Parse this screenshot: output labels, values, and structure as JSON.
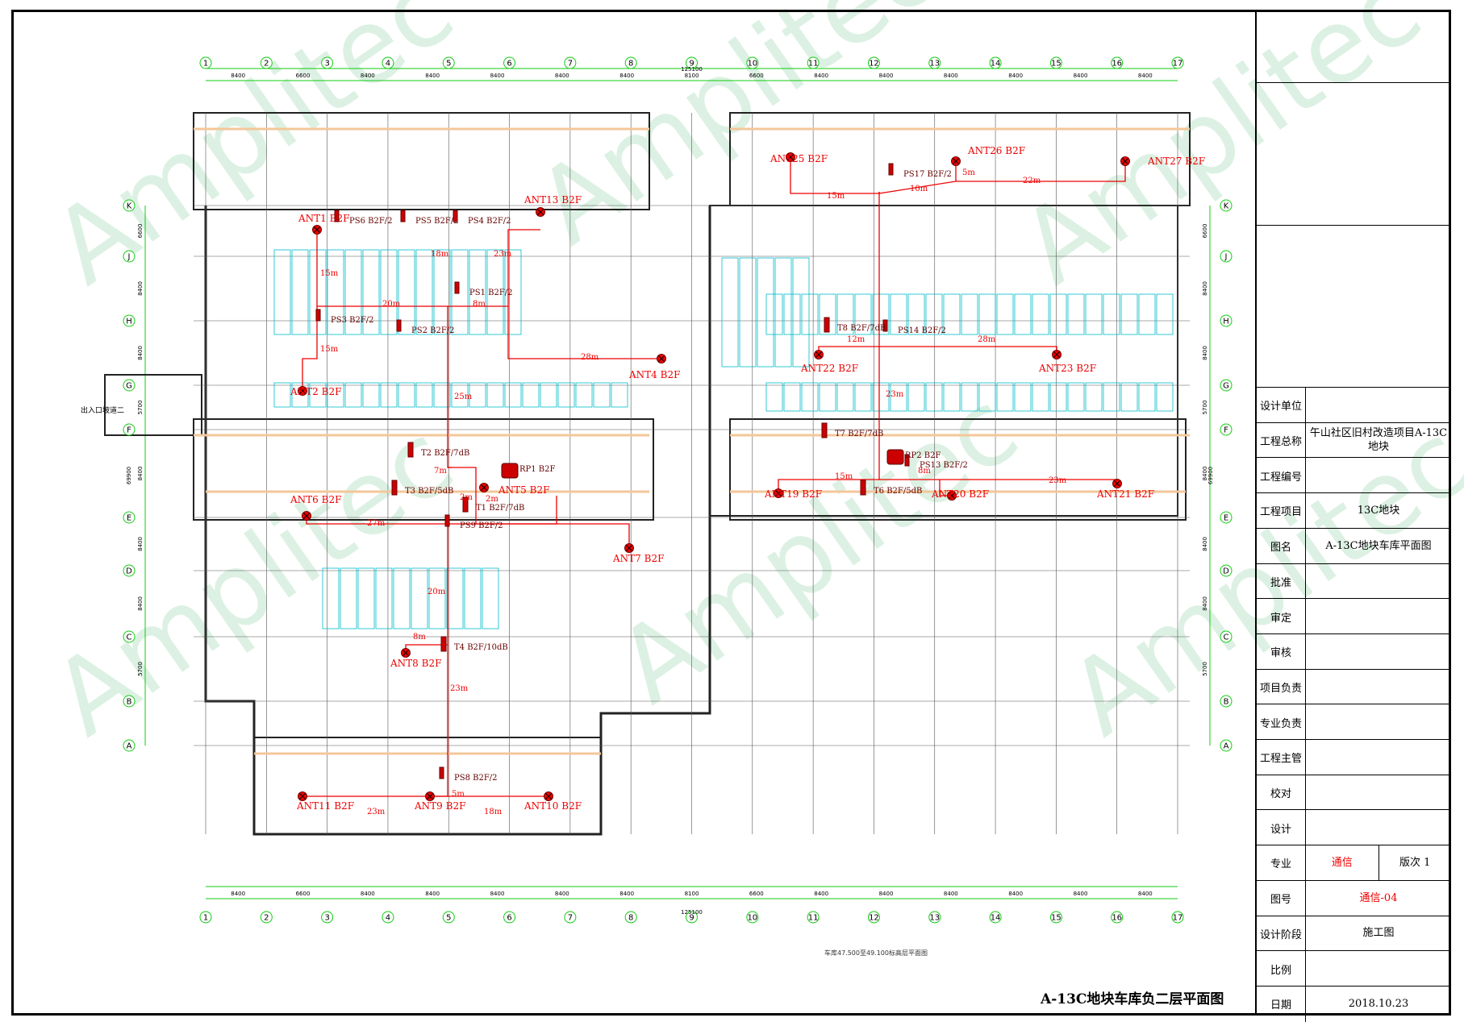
{
  "watermark": "Amplitec",
  "drawing_title": "A-13C地块车库负二层平面图",
  "scale_note": "车库47.500至49.100标高层平面图",
  "title_block": {
    "rows": [
      {
        "label": "设计单位",
        "value": ""
      },
      {
        "label": "工程总称",
        "value": "午山社区旧村改造项目A-13C地块"
      },
      {
        "label": "工程编号",
        "value": ""
      },
      {
        "label": "工程项目",
        "value": "13C地块"
      },
      {
        "label": "图名",
        "value": "A-13C地块车库平面图"
      },
      {
        "label": "批准",
        "value": ""
      },
      {
        "label": "审定",
        "value": ""
      },
      {
        "label": "审核",
        "value": ""
      },
      {
        "label": "项目负责",
        "value": ""
      },
      {
        "label": "专业负责",
        "value": ""
      },
      {
        "label": "工程主管",
        "value": ""
      },
      {
        "label": "校对",
        "value": ""
      },
      {
        "label": "设计",
        "value": ""
      },
      {
        "label": "专业",
        "value": "通信",
        "extra": "版次 1"
      },
      {
        "label": "图号",
        "value": "通信-04"
      },
      {
        "label": "设计阶段",
        "value": "施工图"
      },
      {
        "label": "比例",
        "value": ""
      },
      {
        "label": "日期",
        "value": "2018.10.23"
      }
    ]
  },
  "axes": {
    "columns": [
      "1",
      "2",
      "3",
      "4",
      "5",
      "6",
      "7",
      "8",
      "9",
      "10",
      "11",
      "12",
      "13",
      "14",
      "15",
      "16",
      "17"
    ],
    "top_dims": [
      "8400",
      "6600",
      "8400",
      "8400",
      "8400",
      "8400",
      "8400",
      "8100",
      "6600",
      "8400",
      "8400",
      "8400",
      "8400",
      "8400",
      "8400"
    ],
    "top_total": "125100",
    "rows": [
      "K",
      "J",
      "H",
      "G",
      "F",
      "E",
      "D",
      "C",
      "B",
      "A"
    ],
    "left_dims": [
      "6600",
      "8400",
      "8400",
      "5700",
      "8400",
      "8400",
      "8400",
      "5700"
    ],
    "side_total": "69900"
  },
  "antennas": [
    {
      "id": "ANT1",
      "label": "ANT1 B2F"
    },
    {
      "id": "ANT2",
      "label": "ANT2 B2F"
    },
    {
      "id": "ANT3",
      "label": "ANT13 B2F"
    },
    {
      "id": "ANT4",
      "label": "ANT4 B2F"
    },
    {
      "id": "ANT5",
      "label": "ANT5 B2F"
    },
    {
      "id": "ANT6",
      "label": "ANT6 B2F"
    },
    {
      "id": "ANT7",
      "label": "ANT7 B2F"
    },
    {
      "id": "ANT8",
      "label": "ANT8 B2F"
    },
    {
      "id": "ANT9",
      "label": "ANT9 B2F"
    },
    {
      "id": "ANT10",
      "label": "ANT10 B2F"
    },
    {
      "id": "ANT11",
      "label": "ANT11 B2F"
    },
    {
      "id": "ANT19",
      "label": "ANT19 B2F"
    },
    {
      "id": "ANT20",
      "label": "ANT20 B2F"
    },
    {
      "id": "ANT21",
      "label": "ANT21 B2F"
    },
    {
      "id": "ANT22",
      "label": "ANT22 B2F"
    },
    {
      "id": "ANT23",
      "label": "ANT23 B2F"
    },
    {
      "id": "ANT25",
      "label": "ANT25 B2F"
    },
    {
      "id": "ANT26",
      "label": "ANT26 B2F"
    },
    {
      "id": "ANT27",
      "label": "ANT27 B2F"
    }
  ],
  "splitters": [
    "PS6 B2F/2",
    "PS5 B2F/2",
    "PS4 B2F/2",
    "PS3 B2F/2",
    "PS2 B2F/2",
    "PS1 B2F/2",
    "PS17 B2F/2",
    "PS14 B2F/2",
    "PS13 B2F/2",
    "PS9 B2F/2",
    "PS8 B2F/2"
  ],
  "couplers": [
    "T1 B2F/7dB",
    "T2 B2F/7dB",
    "T3 B2F/5dB",
    "T4 B2F/10dB",
    "T6 B2F/5dB",
    "T7 B2F/7dB",
    "T8 B2F/7dB"
  ],
  "rru": [
    "RP1 B2F",
    "RP2 B2F"
  ],
  "cable_lengths": [
    "15m",
    "18m",
    "23m",
    "15m",
    "20m",
    "8m",
    "28m",
    "25m",
    "7m",
    "2m",
    "2m",
    "27m",
    "20m",
    "8m",
    "23m",
    "5m",
    "23m",
    "18m",
    "15m",
    "10m",
    "22m",
    "5m",
    "12m",
    "28m",
    "23m",
    "15m",
    "8m",
    "23m"
  ],
  "entrance_label": "出入口坡道二"
}
